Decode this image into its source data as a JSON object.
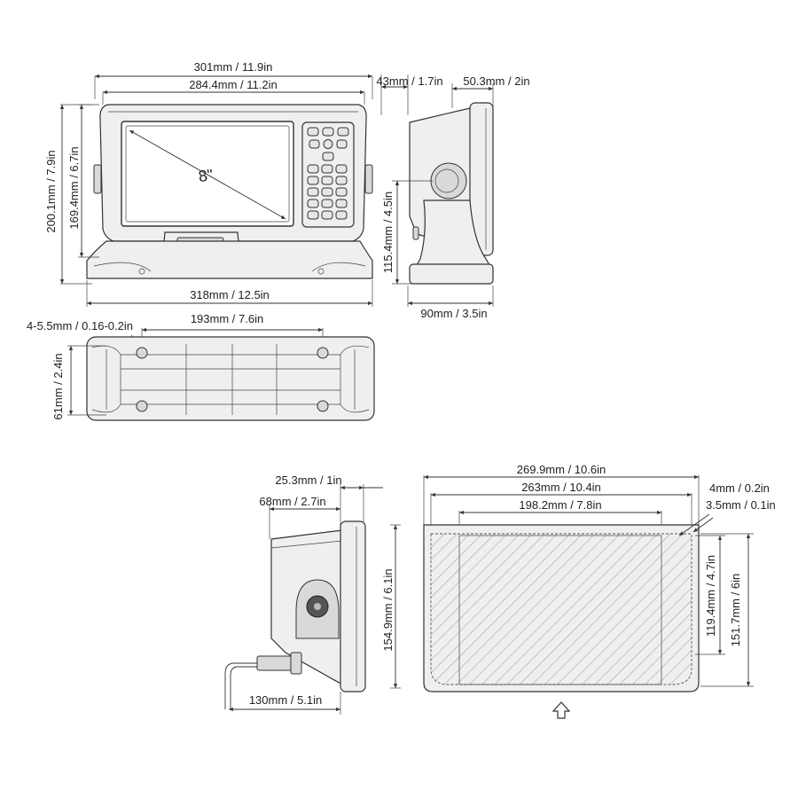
{
  "front_view": {
    "screen_size": "8\"",
    "width_outer": "301mm / 11.9in",
    "width_inner": "284.4mm / 11.2in",
    "height_total": "200.1mm / 7.9in",
    "height_body": "169.4mm / 6.7in",
    "base_width": "318mm / 12.5in"
  },
  "side_view": {
    "depth_body": "43mm / 1.7in",
    "depth_bezel": "50.3mm / 2in",
    "mount_height": "115.4mm / 4.5in",
    "bracket_depth": "90mm / 3.5in"
  },
  "bracket_view": {
    "hole_diameter": "4-5.5mm / 0.16-0.2in",
    "hole_spacing": "193mm / 7.6in",
    "bracket_depth": "61mm / 2.4in"
  },
  "flush_side_view": {
    "bezel_thickness": "25.3mm / 1in",
    "body_depth": "68mm / 2.7in",
    "cable_length": "130mm / 5.1in"
  },
  "cutout_view": {
    "outer_width": "269.9mm / 10.6in",
    "cutout_width": "263mm / 10.4in",
    "inner_width": "198.2mm / 7.8in",
    "corner_offset_1": "4mm / 0.2in",
    "corner_offset_2": "3.5mm / 0.1in",
    "outer_height": "154.9mm / 6.1in",
    "inner_height": "119.4mm / 4.7in",
    "cutout_height": "151.7mm / 6in"
  },
  "icons": [
    "dpad-icon",
    "keypad-icon",
    "arrow-up-icon",
    "connector-icon"
  ]
}
